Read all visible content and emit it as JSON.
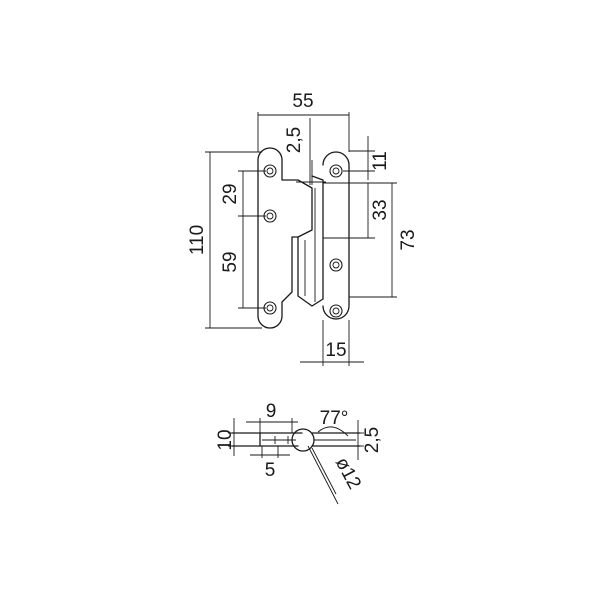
{
  "dimensions": {
    "overall_width": "55",
    "hinge_gap": "2,5",
    "top_hole_offset": "11",
    "left_hole_spacing_top": "29",
    "right_upper_height": "33",
    "overall_height": "110",
    "right_leaf_height": "73",
    "left_hole_spacing_bottom": "59",
    "leaf_width": "15",
    "section_width": "9",
    "section_height": "10",
    "section_offset": "5",
    "opening_angle": "77°",
    "section_gap": "2,5",
    "pin_diameter": "ø12"
  }
}
